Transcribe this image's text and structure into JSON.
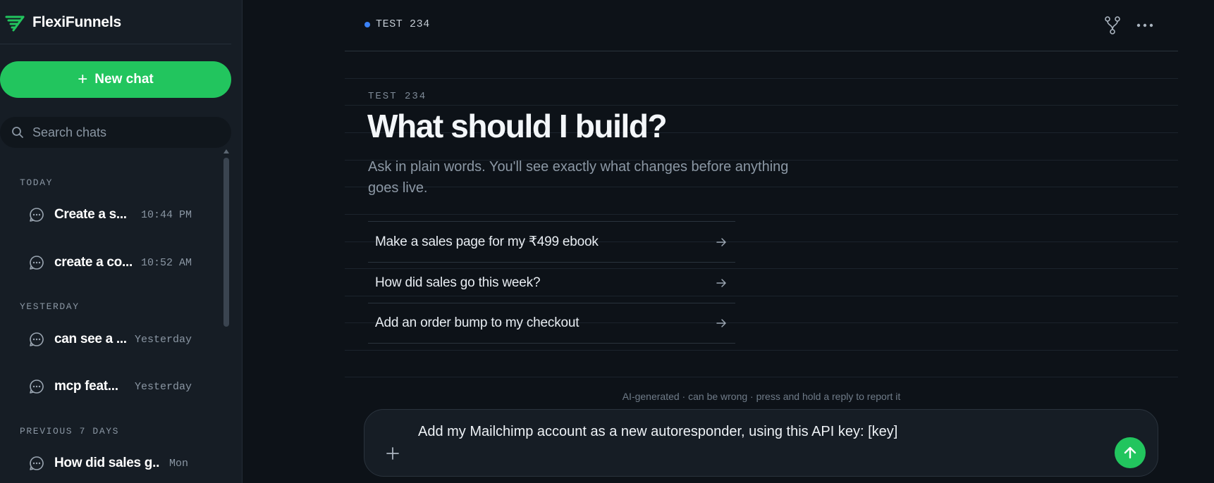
{
  "app": {
    "name": "FlexiFunnels"
  },
  "sidebar": {
    "new_chat_label": "New chat",
    "search_placeholder": "Search chats",
    "sections": [
      {
        "label": "TODAY",
        "items": [
          {
            "title": "Create a s...",
            "time": "10:44 PM"
          },
          {
            "title": "create a co...",
            "time": "10:52 AM"
          }
        ]
      },
      {
        "label": "YESTERDAY",
        "items": [
          {
            "title": "can see a ...",
            "time": "Yesterday"
          },
          {
            "title": "mcp feat...",
            "time": "Yesterday"
          }
        ]
      },
      {
        "label": "PREVIOUS 7 DAYS",
        "items": [
          {
            "title": "How did sales g...",
            "time": "Mon"
          }
        ]
      }
    ]
  },
  "header": {
    "project": "TEST 234"
  },
  "hero": {
    "eyebrow": "TEST 234",
    "title": "What should I build?",
    "subtitle": "Ask in plain words. You'll see exactly what changes before anything goes live."
  },
  "suggestions": [
    "Make a sales page for my ₹499 ebook",
    "How did sales go this week?",
    "Add an order bump to my checkout"
  ],
  "disclaimer": "AI-generated · can be wrong · press and hold a reply to report it",
  "composer": {
    "value": "Add my Mailchimp account as a new autoresponder, using this API key: [key]"
  },
  "colors": {
    "accent": "#22c55e",
    "status_dot": "#3b82f6",
    "background": "#0d1218",
    "sidebar": "#161d25"
  }
}
